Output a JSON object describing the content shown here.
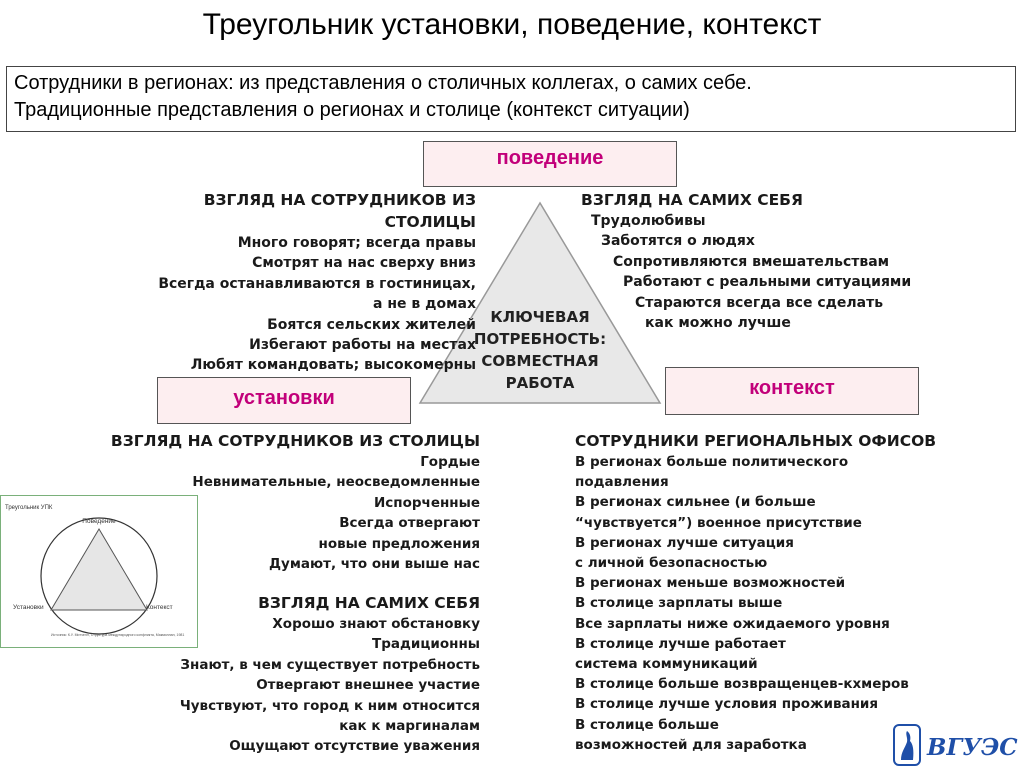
{
  "title": "Треугольник установки, поведение, контекст",
  "intro": {
    "line1": "Сотрудники в регионах: из представления о столичных коллегах, о самих себе.",
    "line2": "Традиционные представления о регионах и столице (контекст ситуации)"
  },
  "boxes": {
    "behavior": "поведение",
    "attitudes": "установки",
    "context": "контекст"
  },
  "triangle": {
    "lines": [
      "КЛЮЧЕВАЯ",
      "ПОТРЕБНОСТЬ:",
      "СОВМЕСТНАЯ",
      "РАБОТА"
    ]
  },
  "top_left": {
    "heading": [
      "ВЗГЛЯД НА СОТРУДНИКОВ ИЗ",
      "СТОЛИЦЫ"
    ],
    "items": [
      "Много говорят; всегда правы",
      "Смотрят на нас сверху вниз",
      "Всегда останавливаются в гостиницах,",
      "а не в домах",
      "Боятся сельских жителей",
      "Избегают работы на местах",
      "Любят командовать;  высокомерны"
    ]
  },
  "top_right": {
    "heading": "ВЗГЛЯД НА САМИХ СЕБЯ",
    "items": [
      "Трудолюбивы",
      "Заботятся о людях",
      "Сопротивляются вмешательствам",
      "Работают с реальными ситуациями",
      "Стараются всегда все сделать",
      "как  можно  лучше"
    ]
  },
  "bottom_left": {
    "heading": "ВЗГЛЯД НА СОТРУДНИКОВ ИЗ СТОЛИЦЫ",
    "items": [
      "Гордые",
      "Невнимательные, неосведомленные",
      "Испорченные",
      "Всегда отвергают",
      "новые предложения",
      "Думают, что они выше нас"
    ]
  },
  "bottom_left2": {
    "heading": "ВЗГЛЯД НА САМИХ СЕБЯ",
    "items": [
      "Хорошо знают обстановку",
      "Традиционны",
      "Знают, в чем существует потребность",
      "Отвергают внешнее участие",
      "Чувствуют, что город к ним относится",
      "как к маргиналам",
      "Ощущают отсутствие уважения"
    ]
  },
  "bottom_right": {
    "heading": "СОТРУДНИКИ РЕГИОНАЛЬНЫХ ОФИСОВ",
    "items": [
      "В регионах больше политического",
      "подавления",
      "В регионах сильнее (и больше",
      "“чувствуется”) военное присутствие",
      "В регионах лучше ситуация",
      "с личной безопасностью",
      "В регионах меньше возможностей",
      "В столице зарплаты выше",
      "Все зарплаты ниже ожидаемого уровня",
      "В столице лучше работает",
      "система коммуникаций",
      "В столице больше возвращенцев-кхмеров",
      "В столице лучше условия проживания",
      "В столице больше",
      "возможностей для заработка"
    ]
  },
  "thumbnail": {
    "title": "Треугольник УПК",
    "top": "Поведение",
    "left": "Установки",
    "right": "Контекст",
    "source": "Источник: К.У. Митчелл, Структура международного конфликта, Макмиллан, 1981"
  },
  "logo": {
    "text": "ВГУЭС"
  },
  "colors": {
    "accent": "#c2007a",
    "box_fill": "#fdeef0",
    "triangle_fill": "#e8e8e8",
    "logo_blue": "#1f4fa8"
  }
}
